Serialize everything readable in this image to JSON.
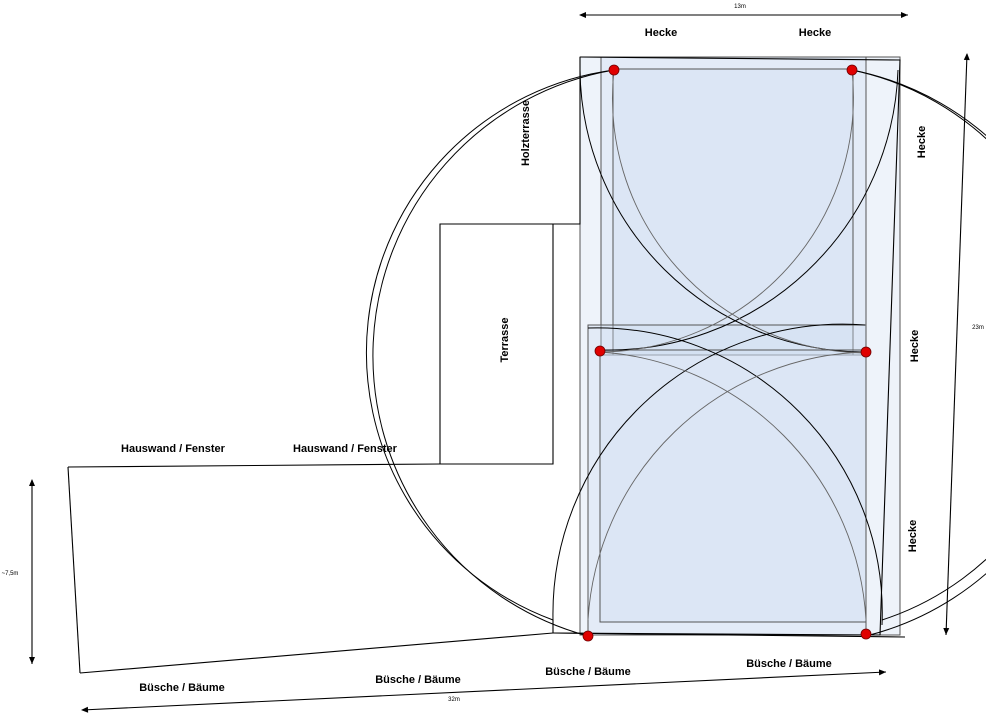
{
  "labels": {
    "hecke_top_left": "Hecke",
    "hecke_top_right": "Hecke",
    "hecke_right_1": "Hecke",
    "hecke_right_2": "Hecke",
    "hecke_right_3": "Hecke",
    "holzterrasse": "Holzterrasse",
    "terrasse": "Terrasse",
    "hauswand_1": "Hauswand / Fenster",
    "hauswand_2": "Hauswand / Fenster",
    "buesche_1": "Büsche / Bäume",
    "buesche_2": "Büsche / Bäume",
    "buesche_3": "Büsche / Bäume",
    "buesche_4": "Büsche / Bäume"
  },
  "dimensions": {
    "top_width": "13m",
    "right_height": "23m",
    "left_height": "~7,5m",
    "bottom_width": "32m"
  },
  "colors": {
    "sensor_dot": "#e00000",
    "coverage_fill": "#cddcf0"
  }
}
